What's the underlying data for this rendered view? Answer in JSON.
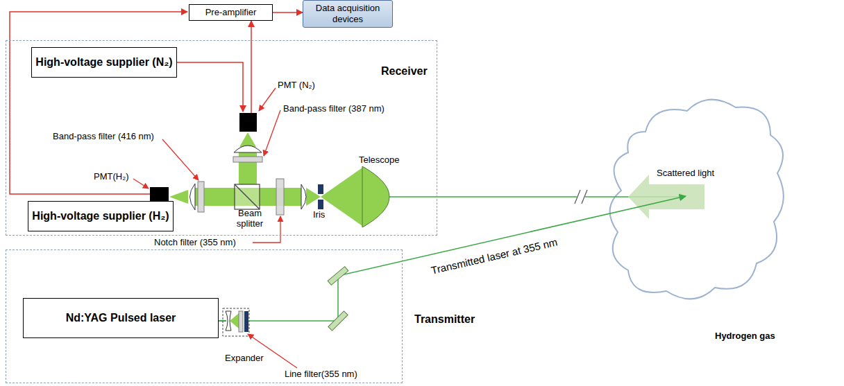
{
  "diagram": {
    "nodes": [
      {
        "text": [
          "Pre-amplifier"
        ]
      },
      {
        "text": [
          "Data acquisition devices"
        ]
      },
      {
        "text": [
          "Receiver"
        ]
      },
      {
        "text": [
          "High-voltage supplier (N₂)"
        ],
        "in": 2
      },
      {
        "text": [
          "High-voltage supplier (H₂)"
        ],
        "in": 2
      },
      {
        "text": [
          "Transmitter"
        ]
      },
      {
        "text": [
          "Nd:YAG Pulsed laser"
        ],
        "in": 5
      }
    ],
    "edges": [
      {
        "from": 0,
        "to": 1,
        "arrow": "to"
      }
    ],
    "labels": [
      "PMT (N₂)",
      "Band-pass filter (387 nm)",
      "Band-pass filter (416 nm)",
      "PMT(H₂)",
      "Telescope",
      "Iris",
      "Beam splitter",
      "Notch filter (355 nm)",
      "Scattered light",
      "Transmitted laser at 355 nm",
      "Hydrogen gas",
      "Expander",
      "Line filter(355 nm)"
    ]
  }
}
